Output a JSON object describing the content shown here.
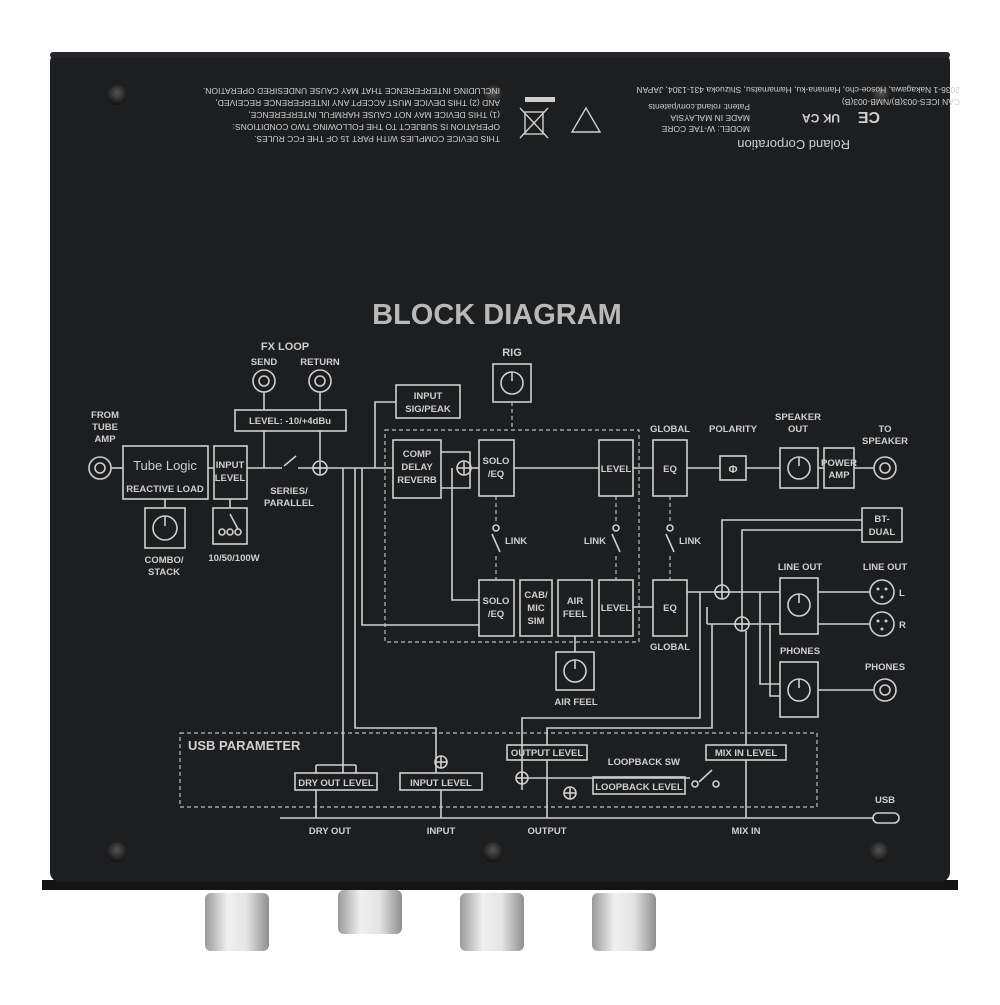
{
  "title": "BLOCK DIAGRAM",
  "regulatory": {
    "fcc_lines": [
      "THIS DEVICE COMPLIES WITH PART 15 OF THE FCC RULES.",
      "OPERATION IS SUBJECT TO THE FOLLOWING TWO CONDITIONS:",
      "(1) THIS DEVICE MAY NOT CAUSE HARMFUL INTERFERENCE,",
      "AND (2) THIS DEVICE MUST ACCEPT ANY INTERFERENCE RECEIVED,",
      "INCLUDING INTERFERENCE THAT MAY CAUSE UNDESIRED OPERATION."
    ],
    "company": "Roland Corporation",
    "model": "MODEL: W-TAE CORE",
    "made_in": "MADE IN MALAYSIA",
    "patent": "Patent: roland.com/patents",
    "can_ices": "CAN ICES-003(B)/NMB-003(B)",
    "address": "2036-1 Nakagawa, Hosoe-cho, Hamana-ku, Hamamatsu, Shizuoka 431-1304, JAPAN",
    "marks": [
      "UK CA",
      "CE"
    ]
  },
  "labels": {
    "from_tube_amp": [
      "FROM",
      "TUBE",
      "AMP"
    ],
    "tube_logic": "Tube Logic",
    "reactive_load": "REACTIVE LOAD",
    "input_level": [
      "INPUT",
      "LEVEL"
    ],
    "combo_stack": [
      "COMBO/",
      "STACK"
    ],
    "watts": "10/50/100W",
    "fx_loop": "FX LOOP",
    "send": "SEND",
    "return": "RETURN",
    "level_range": "LEVEL: -10/+4dBu",
    "series_parallel": [
      "SERIES/",
      "PARALLEL"
    ],
    "input_sig_peak": [
      "INPUT",
      "SIG/PEAK"
    ],
    "rig": "RIG",
    "comp_delay_reverb": [
      "COMP",
      "DELAY",
      "REVERB"
    ],
    "solo_eq": [
      "SOLO",
      "/EQ"
    ],
    "level": "LEVEL",
    "global": "GLOBAL",
    "eq": "EQ",
    "polarity": "POLARITY",
    "polarity_symbol": "Φ",
    "speaker_out": [
      "SPEAKER",
      "OUT"
    ],
    "power_amp": [
      "POWER",
      "AMP"
    ],
    "to_speaker": [
      "TO",
      "SPEAKER"
    ],
    "link": "LINK",
    "cab_mic_sim": [
      "CAB/",
      "MIC",
      "SIM"
    ],
    "air_feel": [
      "AIR",
      "FEEL"
    ],
    "air_feel_knob": "AIR FEEL",
    "bt_dual": [
      "BT-",
      "DUAL"
    ],
    "line_out": "LINE OUT",
    "line_out_jack": "LINE OUT",
    "l": "L",
    "r": "R",
    "phones": "PHONES",
    "phones_jack": "PHONES",
    "usb_parameter": "USB PARAMETER",
    "dry_out_level": "DRY OUT LEVEL",
    "input_level_usb": "INPUT LEVEL",
    "output_level": "OUTPUT LEVEL",
    "loopback_sw": "LOOPBACK SW",
    "loopback_level": "LOOPBACK LEVEL",
    "mix_in_level": "MIX IN LEVEL",
    "usb": "USB",
    "dry_out": "DRY OUT",
    "input": "INPUT",
    "output": "OUTPUT",
    "mix_in": "MIX IN"
  },
  "colors": {
    "chassis": "#1d1e20",
    "print": "#cfcfcf",
    "knob": "#d8d8d8"
  }
}
